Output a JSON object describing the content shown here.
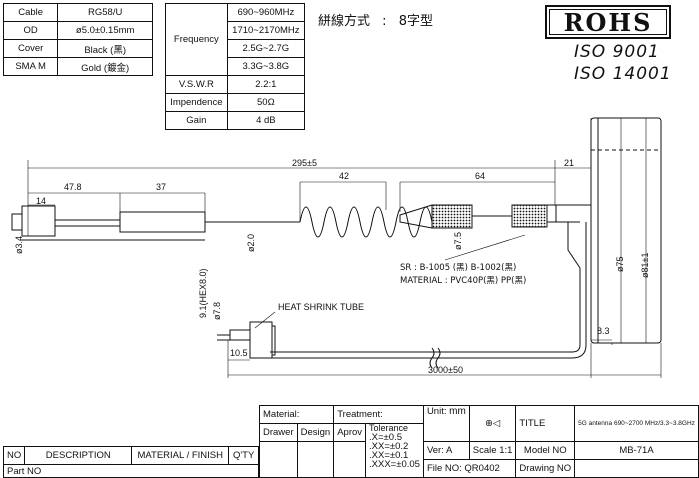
{
  "spec_left": [
    {
      "label": "Cable",
      "value": "RG58/U"
    },
    {
      "label": "OD",
      "value": "ø5.0±0.15mm"
    },
    {
      "label": "Cover",
      "value": "Black (黑)"
    },
    {
      "label": "SMA M",
      "value": "Gold (鍍金)"
    }
  ],
  "spec_right": {
    "freq_label": "Frequency",
    "freq_values": [
      "690~960MHz",
      "1710~2170MHz",
      "2.5G~2.7G",
      "3.3G~3.8G"
    ],
    "rows": [
      {
        "label": "V.S.W.R",
        "value": "2.2:1"
      },
      {
        "label": "Impendence",
        "value": "50Ω"
      },
      {
        "label": "Gain",
        "value": "4 dB"
      }
    ]
  },
  "winding": {
    "label": "絣線方式",
    "colon": ":",
    "value": "8字型"
  },
  "rohs": "ROHS",
  "iso": [
    "ISO 9001",
    "ISO 14001"
  ],
  "dims": {
    "d14": "14",
    "d47_8": "47.8",
    "d37": "37",
    "d295": "295±5",
    "d42": "42",
    "d64": "64",
    "d21": "21",
    "phi3_4": "ø3.4",
    "phi2_0": "ø2.0",
    "phi7_5": "ø7.5",
    "phi75": "ø75",
    "phi81": "ø81±1",
    "d9_1": "9.1(HEX8.0)",
    "phi7_8": "ø7.8",
    "d10_5": "10.5",
    "d8_3": "8.3",
    "d3000": "3000±50"
  },
  "notes": {
    "sr": "SR : B-1005 (黑) B-1002(黑)",
    "material": "MATERIAL : PVC40P(黑) PP(黑)",
    "heat": "HEAT SHRINK TUBE"
  },
  "title_block": {
    "material": "Material:",
    "treatment": "Treatment:",
    "drawer": "Drawer",
    "design": "Design",
    "aprov": "Aprov",
    "tolerance": "Tolerance",
    "tol_values": [
      ".X=±0.5",
      ".XX=±0.2",
      ".XX=±0.1",
      ".XXX=±0.05"
    ],
    "unit": "Unit:",
    "unit_val": "mm",
    "ver": "Ver:",
    "ver_val": "A",
    "scale": "Scale 1:1",
    "file": "File NO:",
    "file_val": "QR0402",
    "title": "TITLE",
    "title_val": "5G antenna 690~2700 MHz/3.3~3.8GHz",
    "model": "Model NO",
    "model_val": "MB-71A",
    "drawing": "Drawing NO",
    "no": "NO",
    "description": "DESCRIPTION",
    "material_finish": "MATERIAL / FINISH",
    "qty": "Q'TY",
    "part_no": "Part NO"
  }
}
